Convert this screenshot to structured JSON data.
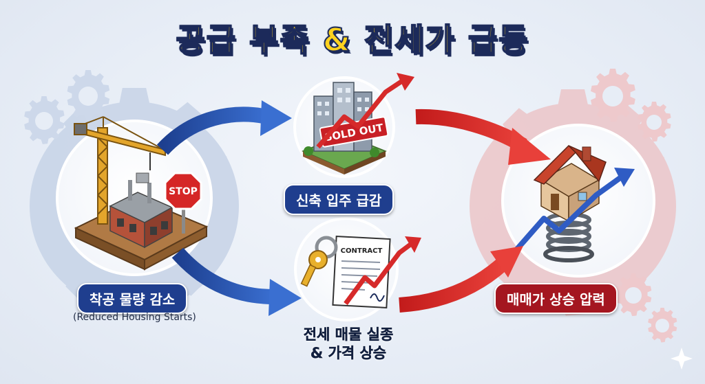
{
  "title": "공급 부족 & 전세가 급등",
  "nodes": {
    "construction": {
      "label": "착공 물량 감소",
      "sublabel": "(Reduced Housing Starts)",
      "sign_text": "STOP"
    },
    "new_housing": {
      "label": "신축 입주 급감",
      "banner_text": "SOLD OUT"
    },
    "jeonse": {
      "label_line1": "전세 매물 실종",
      "label_line2": "& 가격 상승",
      "doc_text": "CONTRACT"
    },
    "price_pressure": {
      "label": "매매가 상승 압력"
    }
  },
  "colors": {
    "title_fill": "#ffd21f",
    "title_outline": "#1c2a5a",
    "blue_arrow": "#2a56b8",
    "red_arrow": "#d62a2a",
    "blue_pill": "#1f3e8e",
    "red_pill": "#a41620",
    "gear_blue": "#c3d0e6",
    "gear_red": "#efc7c9"
  },
  "icons": [
    "crane-icon",
    "stop-sign-icon",
    "buildings-icon",
    "house-icon",
    "spring-icon",
    "key-icon",
    "contract-icon",
    "gear-icon",
    "sparkle-icon"
  ]
}
